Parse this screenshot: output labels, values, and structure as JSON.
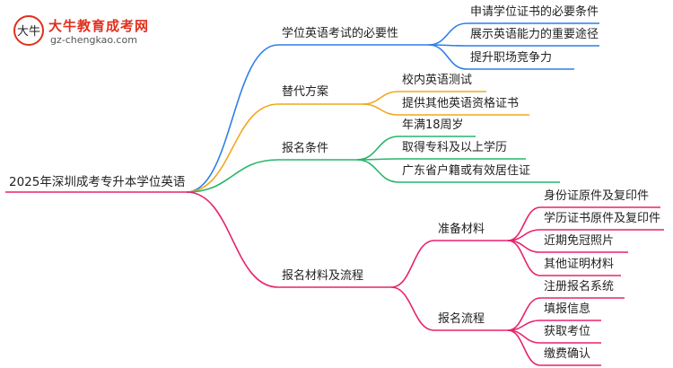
{
  "logo": {
    "title": "大牛教育成考网",
    "url": "gz-chengkao.com",
    "mark": "大牛"
  },
  "colors": {
    "blue": "#2f7fe8",
    "orange": "#f0a81c",
    "green": "#27b66a",
    "pink": "#e8226e"
  },
  "root": "2025年深圳成考专升本学位英语",
  "branches": [
    {
      "label": "学位英语考试的必要性",
      "children": [
        "申请学位证书的必要条件",
        "展示英语能力的重要途径",
        "提升职场竞争力"
      ]
    },
    {
      "label": "替代方案",
      "children": [
        "校内英语测试",
        "提供其他英语资格证书"
      ]
    },
    {
      "label": "报名条件",
      "children": [
        "年满18周岁",
        "取得专科及以上学历",
        "广东省户籍或有效居住证"
      ]
    },
    {
      "label": "报名材料及流程",
      "subs": [
        {
          "label": "准备材料",
          "children": [
            "身份证原件及复印件",
            "学历证书原件及复印件",
            "近期免冠照片",
            "其他证明材料"
          ]
        },
        {
          "label": "报名流程",
          "children": [
            "注册报名系统",
            "填报信息",
            "获取考位",
            "缴费确认"
          ]
        }
      ]
    }
  ]
}
